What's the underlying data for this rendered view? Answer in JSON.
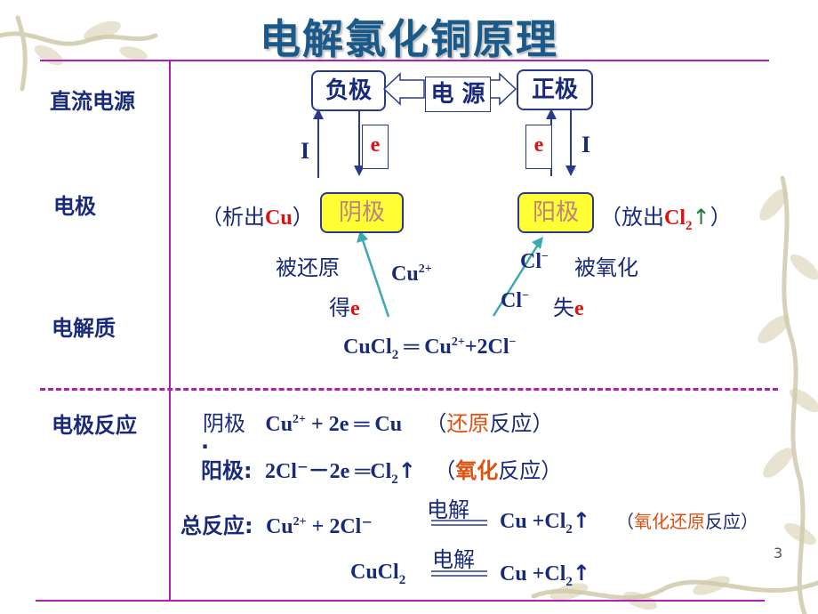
{
  "title": "电解氯化铜原理",
  "sidebar": {
    "power": "直流电源",
    "electrode": "电极",
    "electrolyte": "电解质",
    "reaction": "电极反应"
  },
  "diagram": {
    "negative": "负极",
    "power": "电 源",
    "positive": "正极",
    "current_left": "I",
    "current_right": "I",
    "electron_left": "e",
    "electron_right": "e",
    "cathode": "阴极",
    "anode": "阳极",
    "cathode_note_pre": "（析出",
    "cathode_note_cu": "Cu",
    "cathode_note_post": "）",
    "anode_note_pre": "（放出",
    "anode_note_cl": "Cl",
    "anode_note_sub": "2",
    "anode_note_arrow": "↑",
    "anode_note_post": "）",
    "reduced": "被还原",
    "cu_ion": "Cu",
    "cu_charge": "2+",
    "gain": "得",
    "gain_e": "e",
    "cl_ion_1": "Cl",
    "cl_charge": "−",
    "oxidized": "被氧化",
    "cl_ion_2": "Cl",
    "lose": "失",
    "lose_e": "e",
    "dissociation": "CuCl",
    "dissociation_sub": "2",
    "dissociation_eq": " ═ Cu",
    "dissociation_charge": "2+",
    "dissociation_tail": "+2Cl",
    "dissociation_minus": "−"
  },
  "reactions": {
    "cathode_label": "阴极",
    "cathode_eq": "Cu",
    "cathode_eq_charge": "2+",
    "cathode_eq_tail": " + 2e ═ Cu",
    "cathode_type_open": "（",
    "cathode_type_red": "还原",
    "cathode_type_rest": "反应）",
    "dot": "·",
    "anode_label": "阳极:",
    "anode_eq": "2Cl⁻－2e ═Cl",
    "anode_eq_sub": "2",
    "anode_eq_arrow": "↑",
    "anode_type_open": "（",
    "anode_type_red": "氧化",
    "anode_type_rest": "反应）",
    "total_label": "总反应:",
    "total_lhs": "Cu",
    "total_lhs_charge": "2+",
    "total_lhs_tail": " + 2Cl⁻",
    "electrolysis": "电解",
    "total_rhs": "Cu  +Cl",
    "total_rhs_sub": "2",
    "total_rhs_arrow": "↑",
    "total_type_open": "（",
    "total_type_red": "氧化还原",
    "total_type_rest": "反应）",
    "overall_lhs": "CuCl",
    "overall_lhs_sub": "2",
    "overall_electrolysis": "电解",
    "overall_rhs": "Cu  +Cl",
    "overall_rhs_sub": "2",
    "overall_rhs_arrow": "↑"
  },
  "page_number": "3"
}
